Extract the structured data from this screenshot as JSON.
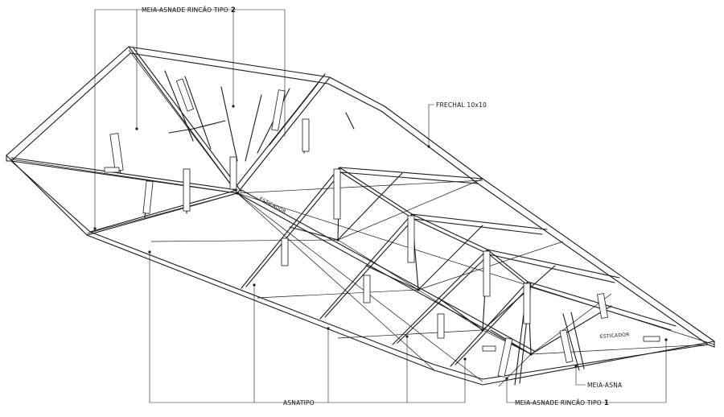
{
  "drawing": {
    "line_color": "#1a1a1a",
    "background": "#ffffff"
  },
  "labels": {
    "top_callout_text": "MEIA-ASNADE RINCÃO TIPO",
    "top_callout_number": "2",
    "frechal": "FRECHAL 10x10",
    "esticador_upper": "ESTICADOR",
    "esticador_lower": "ESTICADOR",
    "meia_asna": "MEIA-ASNA",
    "asna_tipo": "ASNATIPO",
    "bottom_callout_text": "MEIA-ASNADE RINCÃO TIPO",
    "bottom_callout_number": "1"
  }
}
